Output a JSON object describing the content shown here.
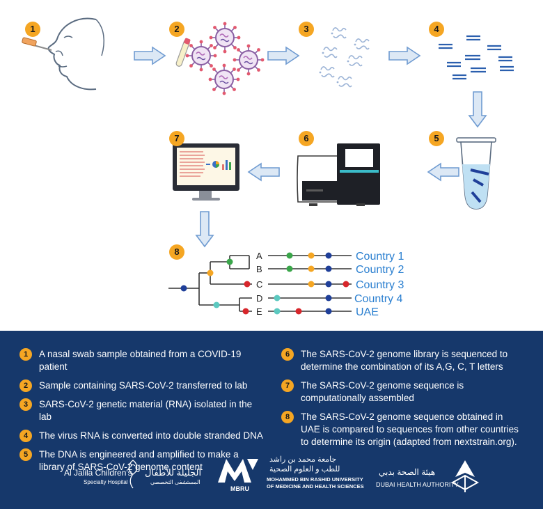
{
  "steps": {
    "s1": "1",
    "s2": "2",
    "s3": "3",
    "s4": "4",
    "s5": "5",
    "s6": "6",
    "s7": "7",
    "s8": "8"
  },
  "tree": {
    "leaves": [
      {
        "label": "A",
        "country": "Country 1"
      },
      {
        "label": "B",
        "country": "Country 2"
      },
      {
        "label": "C",
        "country": "Country 3"
      },
      {
        "label": "D",
        "country": "Country 4"
      },
      {
        "label": "E",
        "country": "UAE"
      }
    ]
  },
  "legend": {
    "items": [
      {
        "num": "1",
        "text": "A nasal swab sample obtained from a COVID-19 patient"
      },
      {
        "num": "2",
        "text": "Sample containing SARS-CoV-2 transferred to lab"
      },
      {
        "num": "3",
        "text": "SARS-CoV-2 genetic material (RNA) isolated in the lab"
      },
      {
        "num": "4",
        "text": "The virus RNA is converted into double stranded DNA"
      },
      {
        "num": "5",
        "text": "The DNA is engineered and amplified to make a library of SARS-CoV-2 genome content"
      },
      {
        "num": "6",
        "text": "The SARS-CoV-2 genome library is sequenced to determine the combination of its A,G, C, T letters"
      },
      {
        "num": "7",
        "text": "The SARS-CoV-2 genome sequence is computationally assembled"
      },
      {
        "num": "8",
        "text": "The SARS-CoV-2 genome sequence obtained in UAE is compared to sequences from other countries to determine its origin (adapted from nextstrain.org)."
      }
    ]
  },
  "logos": {
    "ajch_en": "Al Jalila Children's",
    "ajch_en_sub": "Specialty Hospital",
    "ajch_ar": "الجليلة للأطفال",
    "ajch_ar_sub": "المستشفى التخصصي",
    "mbru_mark": "MBRU",
    "mbru_ar1": "جامعة محمد بن راشد",
    "mbru_ar2": "للطب و العلوم الصحية",
    "mbru_en1": "MOHAMMED BIN RASHID UNIVERSITY",
    "mbru_en2": "OF MEDICINE AND HEALTH SCIENCES",
    "dha_ar": "هيئة الصحة بدبي",
    "dha_en": "DUBAI HEALTH AUTHORITY"
  },
  "colors": {
    "badge": "#f5a623",
    "footer_bg": "#16386b",
    "arrow_fill": "#dce8f5",
    "arrow_stroke": "#6f9bd1",
    "country_text": "#2a7fd0",
    "mut_green": "#3aa64a",
    "mut_orange": "#f5a623",
    "mut_blue": "#1f3f99",
    "mut_red": "#d7262b",
    "mut_teal": "#5cc9c0",
    "virus_purple": "#8a5fa3",
    "dna_blue": "#2b5fae"
  }
}
